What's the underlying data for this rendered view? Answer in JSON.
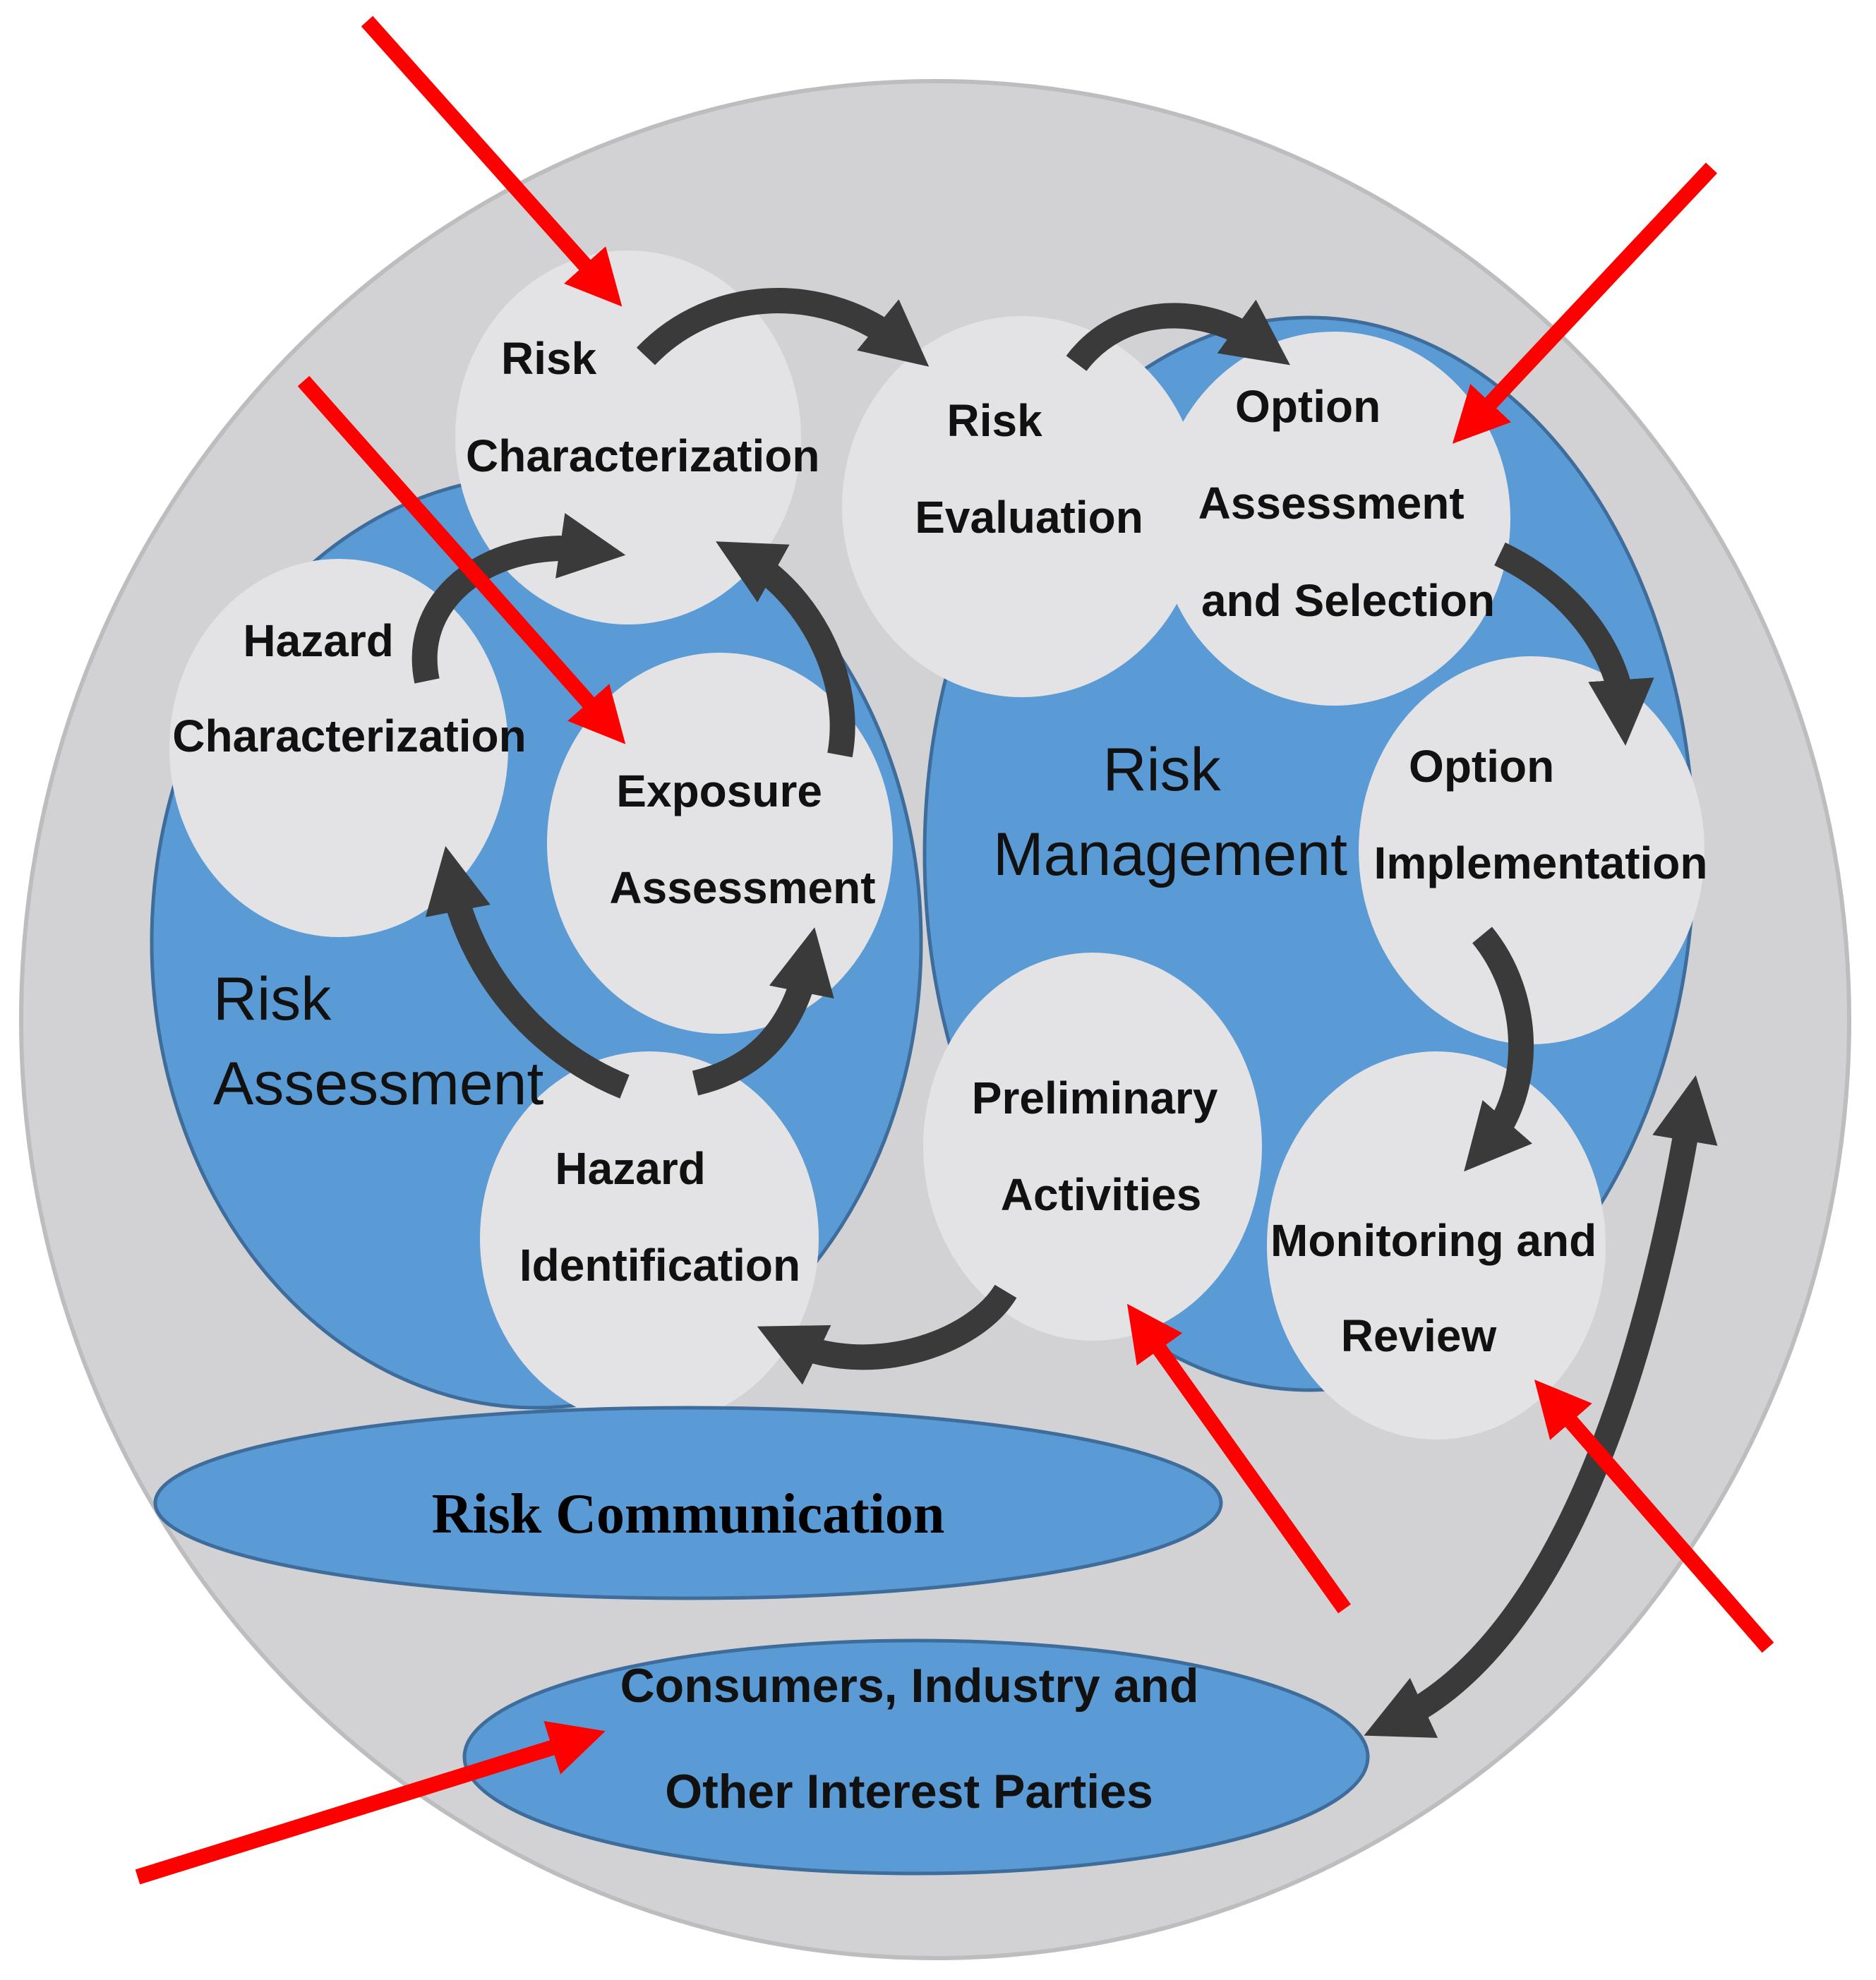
{
  "groups": {
    "risk_assessment": [
      "Risk",
      "Assessment"
    ],
    "risk_management": [
      "Risk",
      "Management"
    ],
    "risk_communication": "Risk Communication"
  },
  "nodes": {
    "risk_characterization": [
      "Risk",
      "Characterization"
    ],
    "risk_evaluation": [
      "Risk",
      "Evaluation"
    ],
    "option_assessment": [
      "Option",
      "Assessment",
      "and Selection"
    ],
    "hazard_characterization": [
      "Hazard",
      "Characterization"
    ],
    "exposure_assessment": [
      "Exposure",
      "Assessment"
    ],
    "option_implementation": [
      "Option",
      "Implementation"
    ],
    "preliminary_activities": [
      "Preliminary",
      "Activities"
    ],
    "monitoring_review": [
      "Monitoring and",
      "Review"
    ],
    "hazard_identification": [
      "Hazard",
      "Identification"
    ],
    "stakeholders": [
      "Consumers, Industry and",
      "Other Interest Parties"
    ]
  },
  "colors": {
    "outer_disc": "#d2d2d4",
    "region_fill": "#5b9bd5",
    "region_stroke": "#3e6d9c",
    "node_fill": "#e3e3e5",
    "flow_arrow": "#3a3a3a",
    "highlight_arrow": "#ff0000"
  }
}
